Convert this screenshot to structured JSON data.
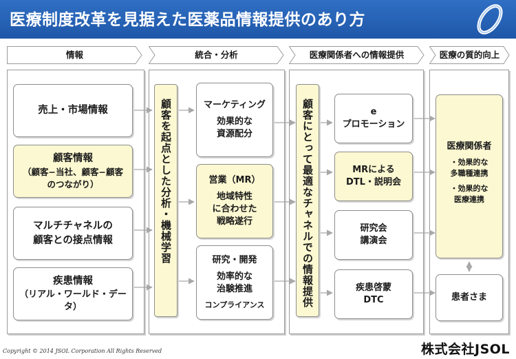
{
  "title": "医療制度改革を見据えた医薬品情報提供のあり方",
  "headers": [
    "情報",
    "統合・分析",
    "医療関係者への情報提供",
    "医療の質的向上"
  ],
  "info": [
    {
      "lines": [
        "売上・市場情報"
      ]
    },
    {
      "lines": [
        "顧客情報"
      ],
      "sub": [
        "（顧客−当社、顧客−顧客",
        "のつながり）"
      ]
    },
    {
      "lines": [
        "マルチチャネルの",
        "顧客との接点情報"
      ]
    },
    {
      "lines": [
        "疾患情報",
        "（リアル・ワールド・データ）"
      ]
    }
  ],
  "vbar_analysis": "顧客を起点とした分析・機械学習",
  "analysis": [
    {
      "head": "マーケティング",
      "body": [
        "効果的な",
        "資源配分"
      ]
    },
    {
      "head": "営業（MR）",
      "body": [
        "地域特性",
        "に合わせた",
        "戦略遂行"
      ]
    },
    {
      "head": "研究・開発",
      "body": [
        "効率的な",
        "治験推進"
      ],
      "extra": "コンプライアンス"
    }
  ],
  "vbar_channel": "顧客にとって最適なチャネルでの情報提供",
  "channels": [
    {
      "lines": [
        "e",
        "プロモーション"
      ]
    },
    {
      "lines": [
        "MRによる",
        "DTL・説明会"
      ]
    },
    {
      "lines": [
        "研究会",
        "講演会"
      ]
    },
    {
      "lines": [
        "疾患啓蒙",
        "DTC"
      ]
    }
  ],
  "quality": {
    "head": "医療関係者",
    "items": [
      "・効果的な",
      "多職種連携",
      "・効果的な",
      "医療連携"
    ],
    "patient": "患者さま"
  },
  "copyright": "Copyright © 2014 JSOL Corporation All Rights Reserved",
  "company": "株式会社JSOL",
  "colors": {
    "title_bar": "#1f57a8",
    "highlight": "#fcf8d2",
    "border": "#8c8c8c",
    "arrow": "#a8a8a8"
  }
}
